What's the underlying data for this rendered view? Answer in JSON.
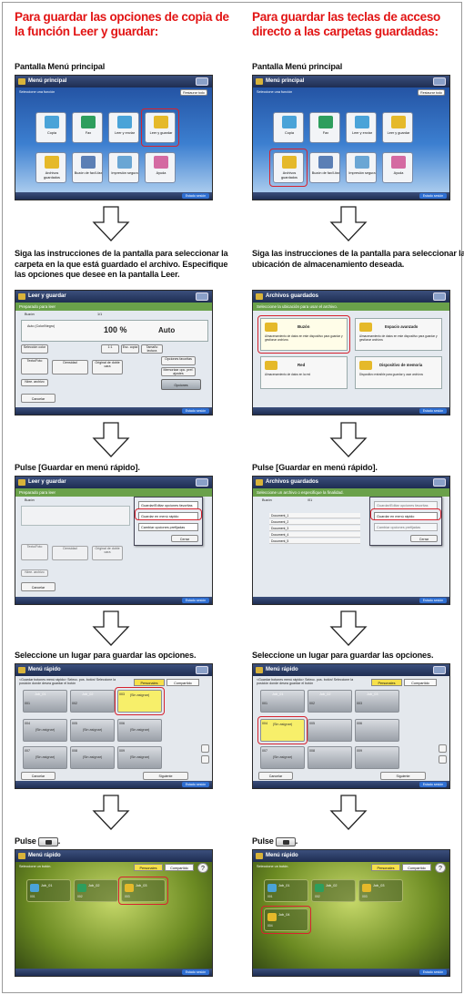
{
  "left": {
    "heading": "Para guardar las opciones de copia de la función Leer y guardar:",
    "steps": [
      "Pantalla Menú principal",
      "Siga las instrucciones de la pantalla para seleccionar la carpeta en la que está guardado el archivo. Especifique las opciones que desee en la pantalla Leer.",
      "Pulse [Guardar en menú rápido].",
      "Seleccione un lugar para guardar las opciones.",
      "Pulse"
    ],
    "step5_suffix": ".",
    "main_menu": {
      "title": "Menú principal",
      "sub": "Seleccione una función",
      "restore": "Restaurar todo",
      "foot": "Estado sesión",
      "tiles": [
        "Copia",
        "Fax",
        "Leer y enviar",
        "Leer y guardar",
        "Archivos guardados",
        "Buzón de fax/I-fax",
        "Impresión segura",
        "Ayuda"
      ]
    },
    "read_screen": {
      "title": "Leer y guardar",
      "sub": "Preparado para leer",
      "box": "Buzón",
      "counter": "1/1",
      "ratio": "100 %",
      "auto": "Auto",
      "color": "Auto (Color/Negro)",
      "btn_color": "Selección color",
      "btn_dup": "1:1",
      "btn_scale": "Esc. copia",
      "btn_size": "Tamaño lectura",
      "btn_type": "Texto/Foto",
      "btn_density": "Densidad",
      "btn_orig": "Original de doble cara",
      "btn_fav": "Opciones favoritas",
      "btn_default": "Memorizar opc. pref. ajustes",
      "btn_name": "Nbre. archivo",
      "btn_opts": "Opciones",
      "cancel": "Cancelar",
      "foot": "Estado sesión"
    },
    "popup_screen": {
      "item1": "Guardar/Editar opciones favoritas",
      "item2": "Guardar en menú rápido",
      "item3": "Cambiar opciones prefijadas",
      "close": "Cerrar"
    },
    "quick_screen": {
      "title": "Menú rápido",
      "instruction": "<Guardar botones menú rápido> Selecc. pos. botón/ Seleccione la posición donde desea guardar el botón",
      "tab1": "Personales",
      "tab2": "Compartido",
      "cells": [
        {
          "n": "001",
          "name": "Job_01",
          "c": ""
        },
        {
          "n": "002",
          "name": "Job_02",
          "c": ""
        },
        {
          "n": "003",
          "name": "",
          "c": "(Sin asignar)"
        },
        {
          "n": "004",
          "name": "",
          "c": "(Sin asignar)"
        },
        {
          "n": "005",
          "name": "",
          "c": "(Sin asignar)"
        },
        {
          "n": "006",
          "name": "",
          "c": "(Sin asignar)"
        },
        {
          "n": "007",
          "name": "",
          "c": "(Sin asignar)"
        },
        {
          "n": "008",
          "name": "",
          "c": "(Sin asignar)"
        },
        {
          "n": "009",
          "name": "",
          "c": "(Sin asignar)"
        }
      ],
      "cancel": "Cancelar",
      "next": "Siguiente",
      "foot": "Estado sesión"
    },
    "final_screen": {
      "title": "Menú rápido",
      "sub": "Seleccione un botón.",
      "tab1": "Personales",
      "tab2": "Compartido",
      "help": "?",
      "cells": [
        {
          "name": "Job_01",
          "n": "001"
        },
        {
          "name": "Job_02",
          "n": "002"
        },
        {
          "name": "Job_03",
          "n": "003"
        }
      ],
      "foot": "Estado sesión"
    }
  },
  "right": {
    "heading": "Para guardar las teclas de acceso directo a las carpetas guardadas:",
    "steps": [
      "Pantalla Menú principal",
      "Siga las instrucciones de la pantalla para seleccionar la ubicación de almacenamiento deseada.",
      "Pulse [Guardar en menú rápido].",
      "Seleccione un lugar para guardar las opciones.",
      "Pulse"
    ],
    "step5_suffix": ".",
    "main_menu": {
      "title": "Menú principal",
      "sub": "Seleccione una función",
      "restore": "Restaurar todo",
      "foot": "Estado sesión",
      "tiles": [
        "Copia",
        "Fax",
        "Leer y enviar",
        "Leer y guardar",
        "Archivos guardados",
        "Buzón de fax/I-fax",
        "Impresión segura",
        "Ayuda"
      ]
    },
    "stored_screen": {
      "title": "Archivos guardados",
      "sub": "Seleccione la ubicación para usar el archivo.",
      "items": [
        {
          "name": "Buzón",
          "desc": "Almacenamiento de datos en este dispositivo para guardar y gestionar archivos"
        },
        {
          "name": "Espacio avanzado",
          "desc": "Almacenamiento de datos en este dispositivo para guardar y gestionar archivos"
        },
        {
          "name": "Red",
          "desc": "Almacenamiento de datos en la red"
        },
        {
          "name": "Dispositivo de memoria",
          "desc": "Dispositivo extraíble para guardar y usar archivos"
        }
      ],
      "foot": "Estado sesión"
    },
    "list_screen": {
      "title": "Archivos guardados",
      "sub": "Seleccione un archivo o especifique la finalidad.",
      "box": "Buzón",
      "counter": "/01",
      "files": [
        "Document_1",
        "Document_2",
        "Document_3",
        "Document_4",
        "Document_5"
      ],
      "item1": "Guardar/Editar opciones favoritas",
      "item2": "Guardar en menú rápido",
      "item3": "Cambiar opciones prefijadas",
      "close": "Cerrar",
      "foot": "Estado sesión"
    },
    "quick_screen": {
      "title": "Menú rápido",
      "instruction": "<Guardar botones menú rápido> Selecc. pos. botón/ Seleccione la posición donde desea guardar el botón",
      "tab1": "Personales",
      "tab2": "Compartido",
      "cells": [
        {
          "n": "001",
          "name": "Job_01",
          "c": ""
        },
        {
          "n": "002",
          "name": "Job_02",
          "c": ""
        },
        {
          "n": "003",
          "name": "Job_03",
          "c": ""
        },
        {
          "n": "004",
          "name": "",
          "c": "(Sin asignar)"
        },
        {
          "n": "005",
          "name": "",
          "c": ""
        },
        {
          "n": "006",
          "name": "",
          "c": ""
        },
        {
          "n": "007",
          "name": "",
          "c": "(Sin asignar)"
        },
        {
          "n": "008",
          "name": "",
          "c": ""
        },
        {
          "n": "009",
          "name": "",
          "c": ""
        }
      ],
      "cancel": "Cancelar",
      "next": "Siguiente",
      "foot": "Estado sesión"
    },
    "final_screen": {
      "title": "Menú rápido",
      "sub": "Seleccione un botón.",
      "tab1": "Personales",
      "tab2": "Compartido",
      "help": "?",
      "cells": [
        {
          "name": "Job_01",
          "n": "001"
        },
        {
          "name": "Job_02",
          "n": "002"
        },
        {
          "name": "Job_03",
          "n": "003"
        },
        {
          "name": "Job_04",
          "n": "004"
        }
      ],
      "foot": "Estado sesión"
    }
  }
}
